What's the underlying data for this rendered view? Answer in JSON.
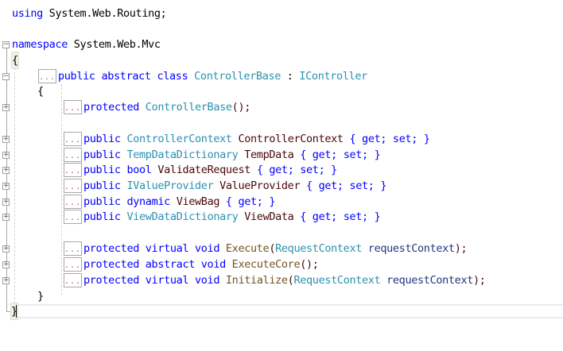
{
  "editor": {
    "language": "C#",
    "colors": {
      "keyword": "#0000ff",
      "type": "#2b91af",
      "identifier": "#4a0808",
      "method": "#74531f",
      "parameter": "#1f377f",
      "current_line_border": "#eaeaf2"
    },
    "collapsed_marker": "...",
    "lines": {
      "using": {
        "kw": "using",
        "rest": " System.Web.Routing;"
      },
      "namespace": {
        "kw": "namespace",
        "rest": " System.Web.Mvc"
      },
      "ns_open": "{",
      "class_decl": {
        "kw1": "public",
        "kw2": "abstract",
        "kw3": "class",
        "name": "ControllerBase",
        "sep": " : ",
        "base": "IController"
      },
      "class_open": "{",
      "ctor": {
        "kw": "protected",
        "name": "ControllerBase",
        "rest": "();"
      },
      "props": [
        {
          "mod": "public",
          "type": "ControllerContext",
          "type_is_kw": false,
          "name": "ControllerContext",
          "accessors": "{ get; set; }"
        },
        {
          "mod": "public",
          "type": "TempDataDictionary",
          "type_is_kw": false,
          "name": "TempData",
          "accessors": "{ get; set; }"
        },
        {
          "mod": "public",
          "type": "bool",
          "type_is_kw": true,
          "name": "ValidateRequest",
          "accessors": "{ get; set; }"
        },
        {
          "mod": "public",
          "type": "IValueProvider",
          "type_is_kw": false,
          "name": "ValueProvider",
          "accessors": "{ get; set; }"
        },
        {
          "mod": "public",
          "type": "dynamic",
          "type_is_kw": true,
          "name": "ViewBag",
          "accessors": "{ get; }"
        },
        {
          "mod": "public",
          "type": "ViewDataDictionary",
          "type_is_kw": false,
          "name": "ViewData",
          "accessors": "{ get; set; }"
        }
      ],
      "methods": [
        {
          "mods": "protected virtual void",
          "name": "Execute",
          "open": "(",
          "ptype": "RequestContext",
          "pname": "requestContext",
          "close": ");"
        },
        {
          "mods": "protected abstract void",
          "name": "ExecuteCore",
          "open": "();",
          "ptype": "",
          "pname": "",
          "close": ""
        },
        {
          "mods": "protected virtual void",
          "name": "Initialize",
          "open": "(",
          "ptype": "RequestContext",
          "pname": "requestContext",
          "close": ");"
        }
      ],
      "class_close": "}",
      "ns_close": "}"
    }
  }
}
